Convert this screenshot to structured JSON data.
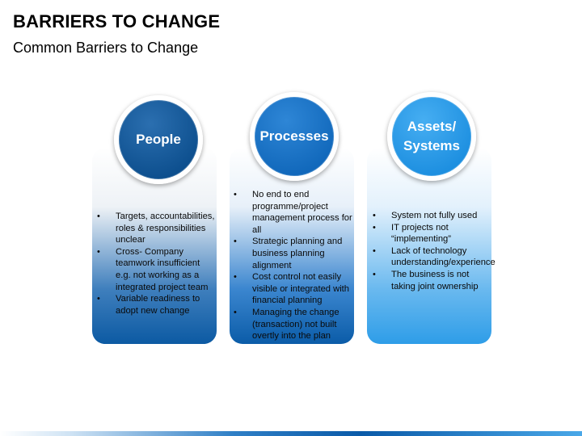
{
  "header": {
    "title": "BARRIERS TO CHANGE",
    "subtitle": "Common Barriers to Change"
  },
  "columns": [
    {
      "heading": "People",
      "heading_lines": [
        "People"
      ],
      "color": "#0d4f8e",
      "bullets": [
        "Targets, accountabilities, roles & responsibilities unclear",
        "Cross- Company teamwork insufficient e.g. not working as a integrated project team",
        "Variable readiness to adopt new change"
      ]
    },
    {
      "heading": "Processes",
      "heading_lines": [
        "Processes"
      ],
      "color": "#1168bb",
      "bullets": [
        "No end to end programme/project management process for all",
        "Strategic planning and business  planning alignment",
        "Cost control not easily visible or integrated with financial planning",
        "Managing the change (transaction) not built overtly into the plan"
      ]
    },
    {
      "heading": "Assets/ Systems",
      "heading_lines": [
        "Assets/",
        "Systems"
      ],
      "color": "#1d8fe0",
      "bullets": [
        "System not fully used",
        "IT projects not “implementing”",
        "Lack of technology understanding/experience",
        "The business is not taking joint ownership"
      ]
    }
  ]
}
